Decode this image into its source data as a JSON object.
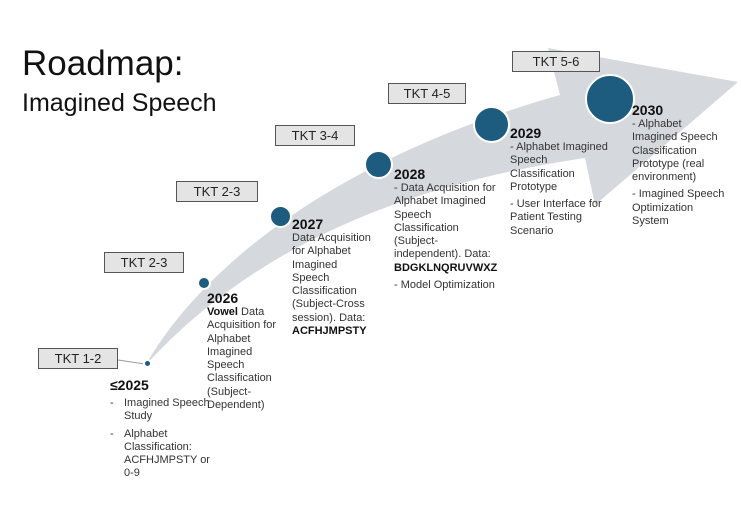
{
  "title": "Roadmap:",
  "subtitle": "Imagined Speech",
  "tkt_labels": [
    "TKT 1-2",
    "TKT 2-3",
    "TKT 2-3",
    "TKT 3-4",
    "TKT 4-5",
    "TKT 5-6"
  ],
  "milestones": [
    {
      "year": "≤2025",
      "items": [
        "Imagined Speech Study",
        "Alphabet Classification: ACFHJMPSTY or 0-9"
      ]
    },
    {
      "year": "2026",
      "bold": "Vowel",
      "text": " Data Acquisition for Alphabet Imagined Speech Classification (Subject-Dependent)"
    },
    {
      "year": "2027",
      "text": "Data Acquisition for Alphabet Imagined Speech Classification (Subject-Cross session). Data:",
      "data": "ACFHJMPSTY"
    },
    {
      "year": "2028",
      "text": "- Data Acquisition for Alphabet Imagined Speech Classification (Subject-independent). Data:",
      "data": "BDGKLNQRUVWXZ",
      "extra": "- Model Optimization"
    },
    {
      "year": "2029",
      "text": "- Alphabet Imagined Speech Classification Prototype",
      "extra": "- User Interface for Patient Testing Scenario"
    },
    {
      "year": "2030",
      "text": "- Alphabet Imagined Speech Classification Prototype (real environment)",
      "extra": "- Imagined Speech Optimization System"
    }
  ],
  "colors": {
    "arrow": "#d5d8dd",
    "dot": "#1d5c7f",
    "box": "#e4e4e4"
  }
}
